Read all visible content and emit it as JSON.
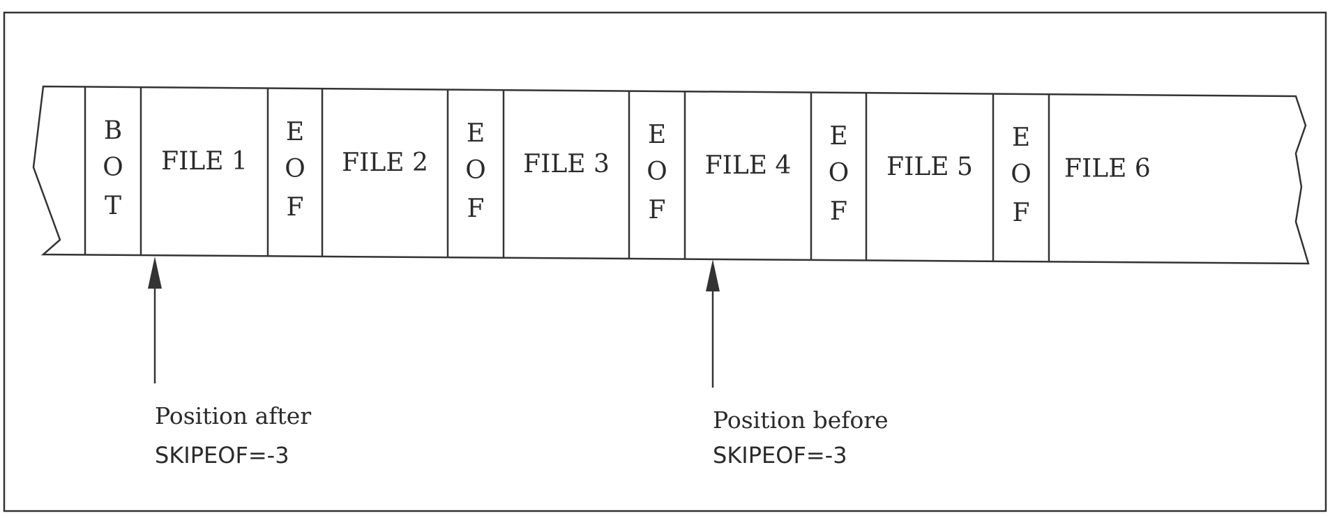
{
  "tape": {
    "segments": [
      {
        "kind": "mark",
        "letters": [
          "B",
          "O",
          "T"
        ]
      },
      {
        "kind": "file",
        "label": "FILE 1"
      },
      {
        "kind": "mark",
        "letters": [
          "E",
          "O",
          "F"
        ]
      },
      {
        "kind": "file",
        "label": "FILE 2"
      },
      {
        "kind": "mark",
        "letters": [
          "E",
          "O",
          "F"
        ]
      },
      {
        "kind": "file",
        "label": "FILE 3"
      },
      {
        "kind": "mark",
        "letters": [
          "E",
          "O",
          "F"
        ]
      },
      {
        "kind": "file",
        "label": "FILE 4"
      },
      {
        "kind": "mark",
        "letters": [
          "E",
          "O",
          "F"
        ]
      },
      {
        "kind": "file",
        "label": "FILE 5"
      },
      {
        "kind": "mark",
        "letters": [
          "E",
          "O",
          "F"
        ]
      },
      {
        "kind": "file",
        "label": "FILE 6"
      }
    ]
  },
  "annotations": {
    "after": {
      "line1": "Position after",
      "line2": "SKIPEOF=-3"
    },
    "before": {
      "line1": "Position before",
      "line2": "SKIPEOF=-3"
    }
  }
}
